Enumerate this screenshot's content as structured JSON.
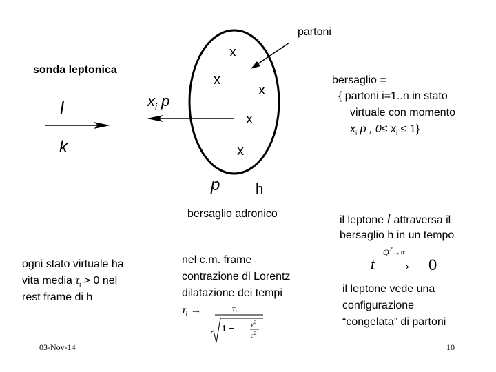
{
  "labels": {
    "partons": "partoni",
    "lepton_probe": "sonda leptonica",
    "l": "l",
    "k": "k",
    "xi": "x",
    "xi_sub": "i",
    "p_top": "p",
    "x_marks": [
      "x",
      "x",
      "x",
      "x",
      "x"
    ],
    "p_bottom": "p",
    "h": "h",
    "hadron_target": "bersaglio adronico"
  },
  "target_definition": {
    "line1": "bersaglio =",
    "line2": "{ partoni i=1..n in stato",
    "line3": "virtuale con momento",
    "line4_x": "x",
    "line4_sub": "i",
    "line4_rest": "p , 0≤",
    "line4_x2": "x",
    "line4_sub2": "i",
    "line4_end": "≤ 1}"
  },
  "left_note": {
    "line1": "ogni stato virtuale ha",
    "line2_a": "vita media",
    "tau": "τ",
    "tau_sub": "i",
    "line2_b": "> 0 nel",
    "line3": "rest frame di h"
  },
  "middle_note": {
    "line1": "nel c.m. frame",
    "line2": "contrazione di Lorentz",
    "line3": "dilatazione dei tempi",
    "tau": "τ",
    "tau_sub": "i",
    "arrow": "→",
    "frac_num": "τ",
    "frac_num_sub": "i",
    "frac_den_1": "1 −",
    "frac_v": "v",
    "frac_v_exp": "2",
    "frac_c": "c",
    "frac_c_exp": "2"
  },
  "right_note": {
    "line1_a": "il leptone",
    "l": "l",
    "line1_b": "attraversa il",
    "line2": "bersaglio h in un tempo",
    "q2": "Q",
    "q2_exp": "2",
    "q2_arrow": "→∞",
    "t": "t",
    "arrow": "→",
    "zero": "0"
  },
  "bottom_note": {
    "line1": "il leptone vede una",
    "line2": "configurazione",
    "line3": "“congelata” di partoni"
  },
  "footer": {
    "date": "03-Nov-14",
    "page": "10"
  }
}
